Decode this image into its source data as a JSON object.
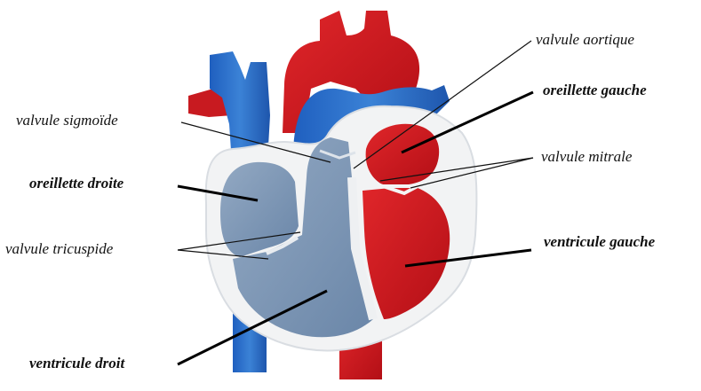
{
  "labels": {
    "valvule_aortique": "valvule aortique",
    "oreillette_gauche": "oreillette gauche",
    "valvule_sigmoide": "valvule sigmoïde",
    "valvule_mitrale": "valvule mitrale",
    "oreillette_droite": "oreillette droite",
    "ventricule_gauche": "ventricule gauche",
    "valvule_tricuspide": "valvule tricuspide",
    "ventricule_droit": "ventricule droit"
  },
  "colors": {
    "oxygenated": "#d0151c",
    "deoxygenated_vessels": "#2a6fc7",
    "right_chambers": "#7d96b4",
    "pericardium_wall": "#f2f3f4",
    "background": "#ffffff"
  }
}
